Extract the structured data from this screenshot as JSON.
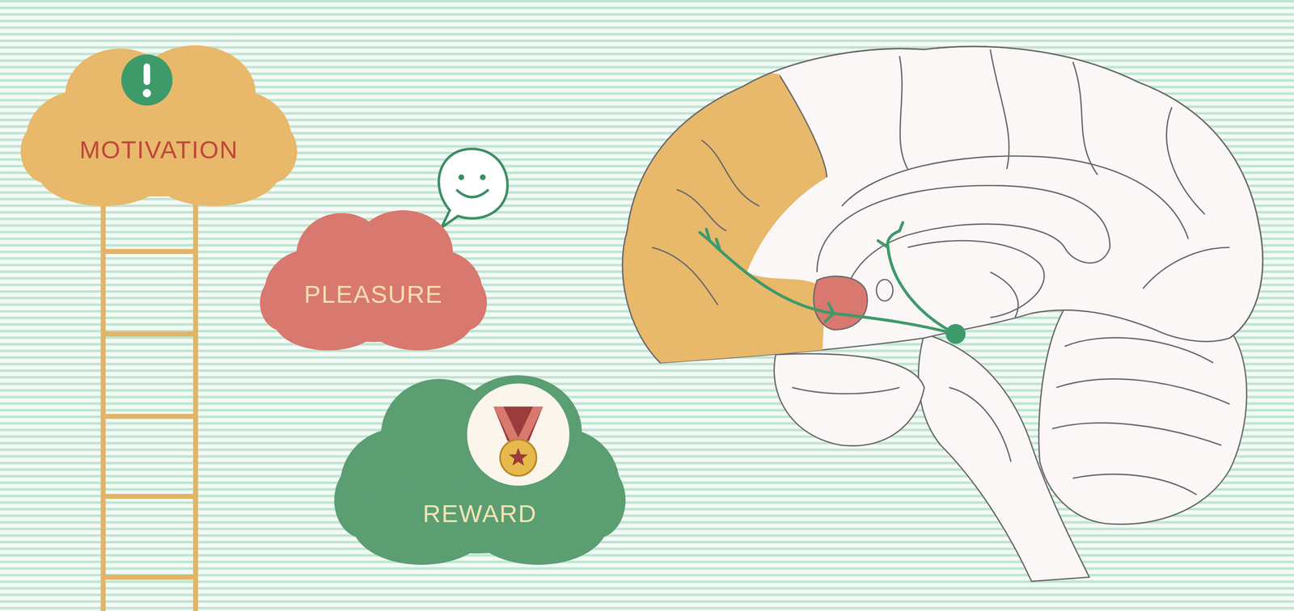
{
  "diagram": {
    "nodes": [
      {
        "text": [
          "MOTIVATION"
        ]
      },
      {
        "text": [
          "PLEASURE"
        ]
      },
      {
        "text": [
          "REWARD"
        ]
      }
    ]
  }
}
